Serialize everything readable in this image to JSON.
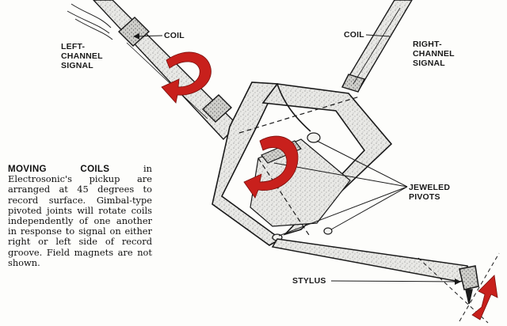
{
  "labels": {
    "coil_left": "COIL",
    "coil_right": "COIL",
    "left_channel": [
      "LEFT-",
      "CHANNEL",
      "SIGNAL"
    ],
    "right_channel": [
      "RIGHT-",
      "CHANNEL",
      "SIGNAL"
    ],
    "jeweled_pivots": [
      "JEWELED",
      "PIVOTS"
    ],
    "stylus": "STYLUS"
  },
  "caption": {
    "lead": "MOVING COILS",
    "body": " in Electrosonic's pickup are arranged at 45 degrees to record surface. Gimbal-type pivoted joints will rotate coils independently of one another in response to signal on either right or left side of record groove. Field magnets are not shown."
  },
  "colors": {
    "ink": "#1a1a1a",
    "arrow_red": "#c8201c",
    "stipple": "#9a9a9a"
  }
}
